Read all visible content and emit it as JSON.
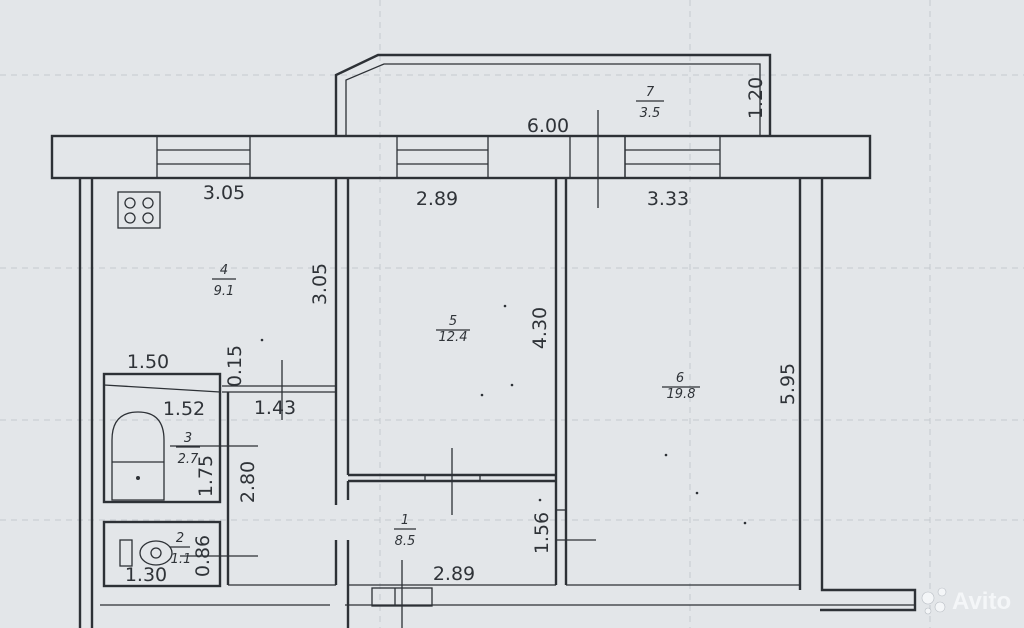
{
  "rooms": [
    {
      "number": "1",
      "area": "8.5"
    },
    {
      "number": "2",
      "area": "1.1"
    },
    {
      "number": "3",
      "area": "2.7"
    },
    {
      "number": "4",
      "area": "9.1"
    },
    {
      "number": "5",
      "area": "12.4"
    },
    {
      "number": "6",
      "area": "19.8"
    },
    {
      "number": "7",
      "area": "3.5"
    }
  ],
  "dimensions": {
    "balcony_length": "6.00",
    "balcony_depth": "1.20",
    "kitchen_width": "3.05",
    "kitchen_depth": "3.05",
    "room5_width": "2.89",
    "room5_depth": "4.30",
    "room6_width": "3.33",
    "room6_depth": "5.95",
    "bath_width": "1.50",
    "bath_gap": "0.15",
    "bath_inner": "1.52",
    "bath_depth": "1.75",
    "corridor_small_width": "1.43",
    "corridor_small_depth": "2.80",
    "wc_width": "1.30",
    "wc_depth": "0.86",
    "hall_width": "2.89",
    "hall_depth": "1.56"
  },
  "watermark": {
    "text": "Avito",
    "icon": "avito-logo-icon"
  },
  "colors": {
    "paper": "#e3e6e9",
    "ink": "#2d3136"
  }
}
